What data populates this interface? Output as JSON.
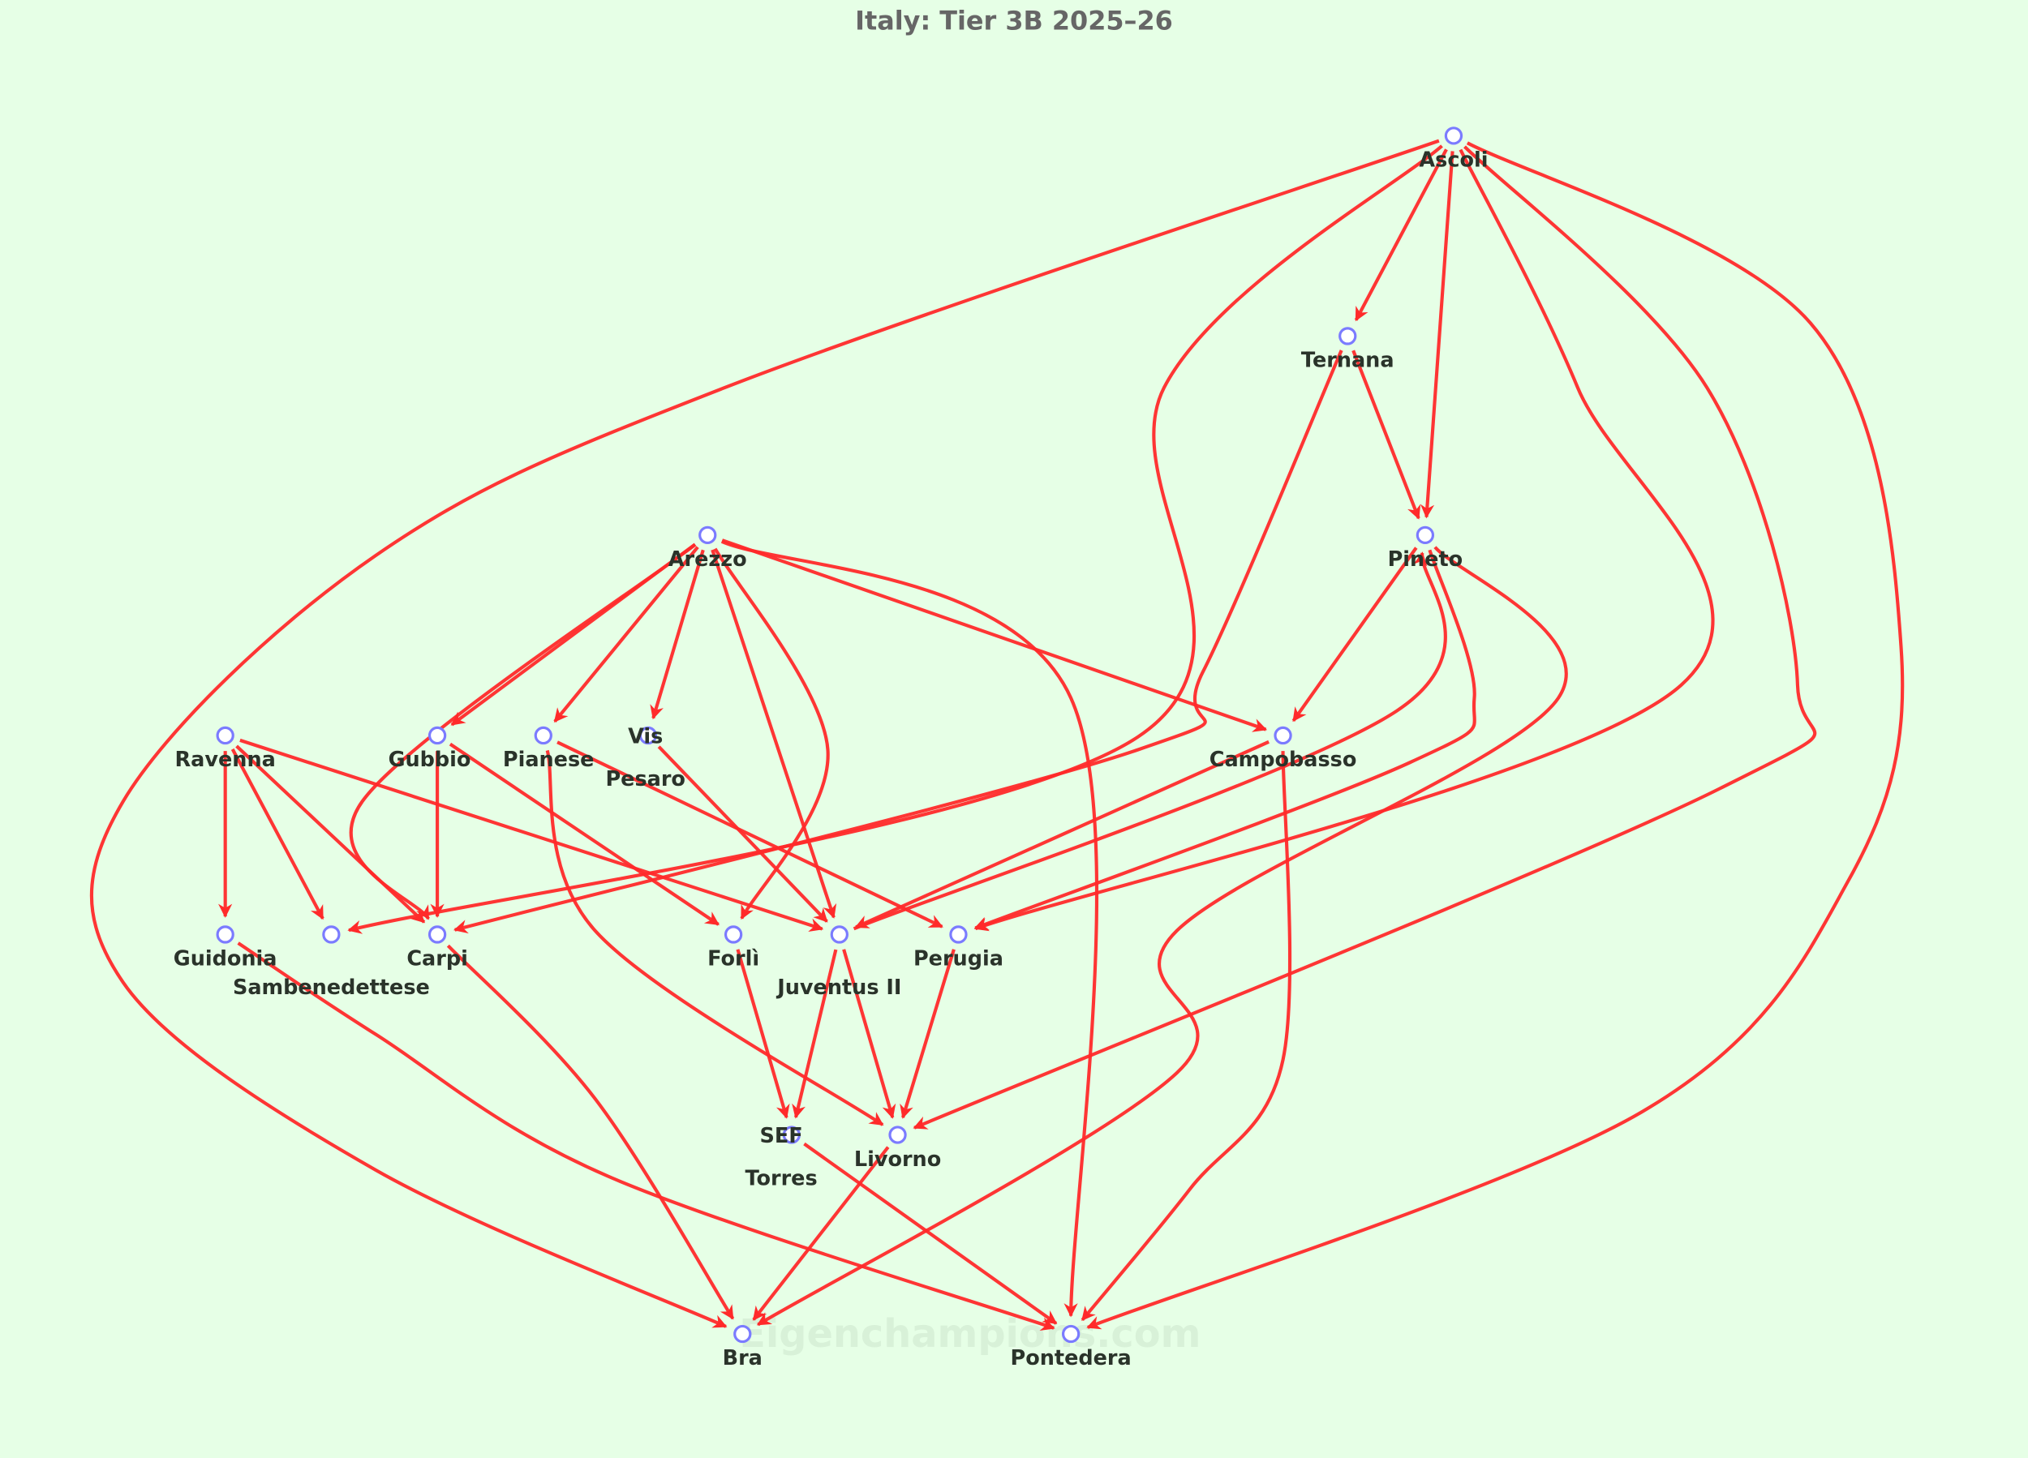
{
  "title": "Italy: Tier 3B 2025–26",
  "watermark": "Eigenchampions.com",
  "colors": {
    "background": "#e6ffe6",
    "edge": "#ff2a2a",
    "node_stroke": "#7b7bff",
    "label": "#2a332a",
    "title": "#666666"
  },
  "nodes": [
    {
      "id": "ascoli",
      "label": "Ascoli"
    },
    {
      "id": "ternana",
      "label": "Ternana"
    },
    {
      "id": "pineto",
      "label": "Pineto"
    },
    {
      "id": "arezzo",
      "label": "Arezzo"
    },
    {
      "id": "campobasso",
      "label": "Campobasso"
    },
    {
      "id": "ravenna",
      "label": "Ravenna"
    },
    {
      "id": "gubbio",
      "label": "Gubbio"
    },
    {
      "id": "pianese",
      "label": "Pianese"
    },
    {
      "id": "vispesaro",
      "label": "Vis\nPesaro"
    },
    {
      "id": "guidonia",
      "label": "Guidonia"
    },
    {
      "id": "sambenedettese",
      "label": "Sambenedettese"
    },
    {
      "id": "carpi",
      "label": "Carpi"
    },
    {
      "id": "forli",
      "label": "Forlì"
    },
    {
      "id": "juventus2",
      "label": "Juventus II"
    },
    {
      "id": "perugia",
      "label": "Perugia"
    },
    {
      "id": "seftorres",
      "label": "SEF\nTorres"
    },
    {
      "id": "livorno",
      "label": "Livorno"
    },
    {
      "id": "bra",
      "label": "Bra"
    },
    {
      "id": "pontedera",
      "label": "Pontedera"
    }
  ],
  "edges": [
    [
      "ascoli",
      "ternana"
    ],
    [
      "ascoli",
      "pineto"
    ],
    [
      "ascoli",
      "bra"
    ],
    [
      "ascoli",
      "sambenedettese"
    ],
    [
      "ascoli",
      "perugia"
    ],
    [
      "ascoli",
      "livorno"
    ],
    [
      "ascoli",
      "pontedera"
    ],
    [
      "ternana",
      "pineto"
    ],
    [
      "ternana",
      "carpi"
    ],
    [
      "pineto",
      "campobasso"
    ],
    [
      "pineto",
      "perugia"
    ],
    [
      "pineto",
      "bra"
    ],
    [
      "juventus2",
      "pineto"
    ],
    [
      "arezzo",
      "gubbio"
    ],
    [
      "arezzo",
      "pianese"
    ],
    [
      "arezzo",
      "vispesaro"
    ],
    [
      "arezzo",
      "juventus2"
    ],
    [
      "arezzo",
      "forli"
    ],
    [
      "arezzo",
      "pontedera"
    ],
    [
      "arezzo",
      "campobasso"
    ],
    [
      "arezzo",
      "carpi"
    ],
    [
      "campobasso",
      "juventus2"
    ],
    [
      "campobasso",
      "pontedera"
    ],
    [
      "ravenna",
      "guidonia"
    ],
    [
      "ravenna",
      "sambenedettese"
    ],
    [
      "ravenna",
      "carpi"
    ],
    [
      "ravenna",
      "juventus2"
    ],
    [
      "gubbio",
      "carpi"
    ],
    [
      "gubbio",
      "forli"
    ],
    [
      "pianese",
      "perugia"
    ],
    [
      "pianese",
      "livorno"
    ],
    [
      "vispesaro",
      "juventus2"
    ],
    [
      "guidonia",
      "pontedera"
    ],
    [
      "carpi",
      "bra"
    ],
    [
      "forli",
      "seftorres"
    ],
    [
      "juventus2",
      "seftorres"
    ],
    [
      "juventus2",
      "livorno"
    ],
    [
      "perugia",
      "livorno"
    ],
    [
      "seftorres",
      "pontedera"
    ],
    [
      "livorno",
      "bra"
    ]
  ]
}
